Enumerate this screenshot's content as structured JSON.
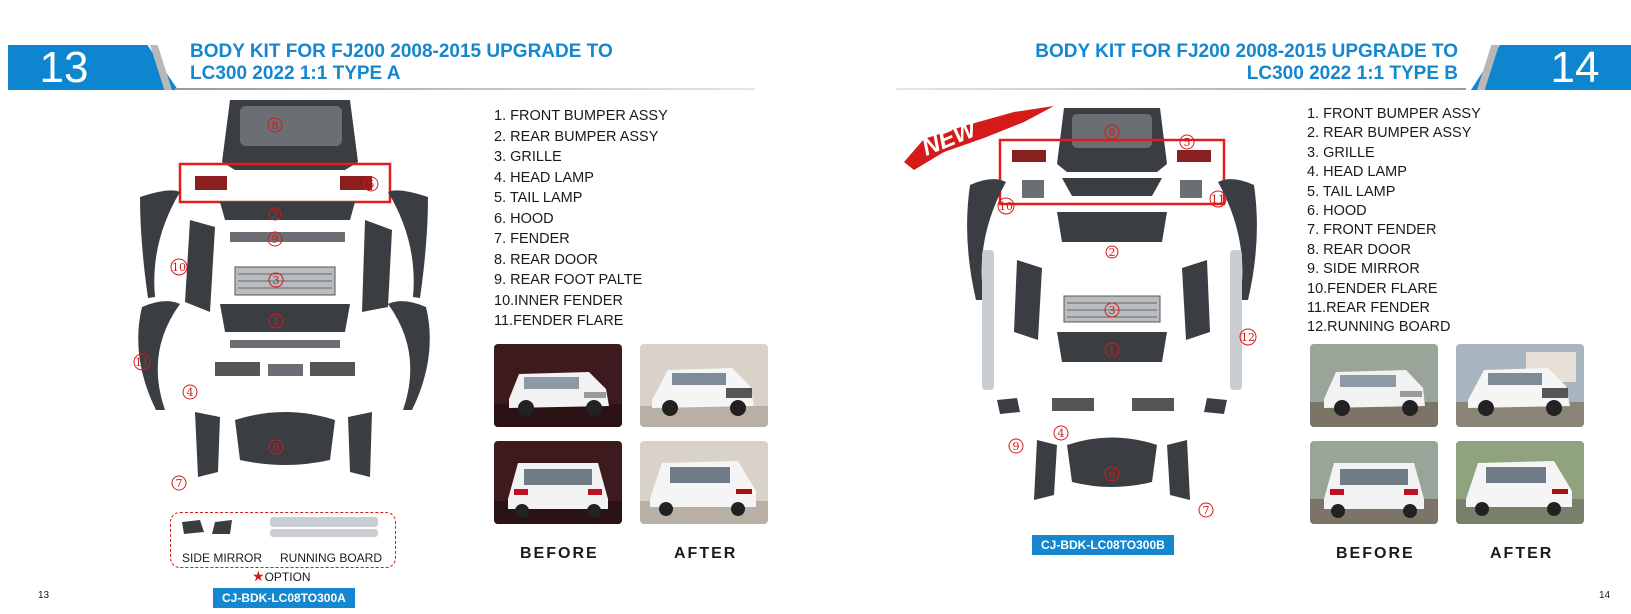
{
  "left_page": {
    "number": "13",
    "title_line1": "BODY KIT FOR FJ200 2008-2015 UPGRADE TO",
    "title_line2": "LC300 2022 1:1 TYPE A",
    "parts": [
      "1. FRONT BUMPER ASSY",
      "2. REAR BUMPER ASSY",
      "3. GRILLE",
      "4. HEAD LAMP",
      "5. TAIL LAMP",
      "6. HOOD",
      "7. FENDER",
      "8. REAR DOOR",
      "9. REAR FOOT PALTE",
      "10.INNER FENDER",
      "11.FENDER FLARE"
    ],
    "callouts": [
      "8",
      "5",
      "2",
      "9",
      "10",
      "3",
      "1",
      "11",
      "4",
      "6",
      "7"
    ],
    "option_items": [
      "SIDE MIRROR",
      "RUNNING BOARD"
    ],
    "option_star": "★",
    "option_label": "OPTION",
    "product_code": "CJ-BDK-LC08TO300A",
    "before_label": "BEFORE",
    "after_label": "AFTER",
    "page_number": "13"
  },
  "right_page": {
    "number": "14",
    "title_line1": "BODY KIT FOR FJ200 2008-2015 UPGRADE TO",
    "title_line2": "LC300 2022 1:1 TYPE B",
    "badge": "NEW",
    "parts": [
      "1. FRONT BUMPER ASSY",
      "2. REAR BUMPER ASSY",
      "3. GRILLE",
      "4. HEAD LAMP",
      "5. TAIL LAMP",
      "6. HOOD",
      "7. FRONT FENDER",
      "8. REAR DOOR",
      "9. SIDE MIRROR",
      "10.FENDER FLARE",
      "11.REAR FENDER",
      "12.RUNNING BOARD"
    ],
    "callouts": [
      "8",
      "5",
      "10",
      "11",
      "2",
      "3",
      "12",
      "1",
      "4",
      "9",
      "6",
      "7"
    ],
    "product_code": "CJ-BDK-LC08TO300B",
    "before_label": "BEFORE",
    "after_label": "AFTER",
    "page_number": "14"
  },
  "colors": {
    "brand_blue": "#0d86cf",
    "title_blue": "#1487cf",
    "callout_red": "#d51a1a",
    "car_white": "#f2f2f2"
  }
}
